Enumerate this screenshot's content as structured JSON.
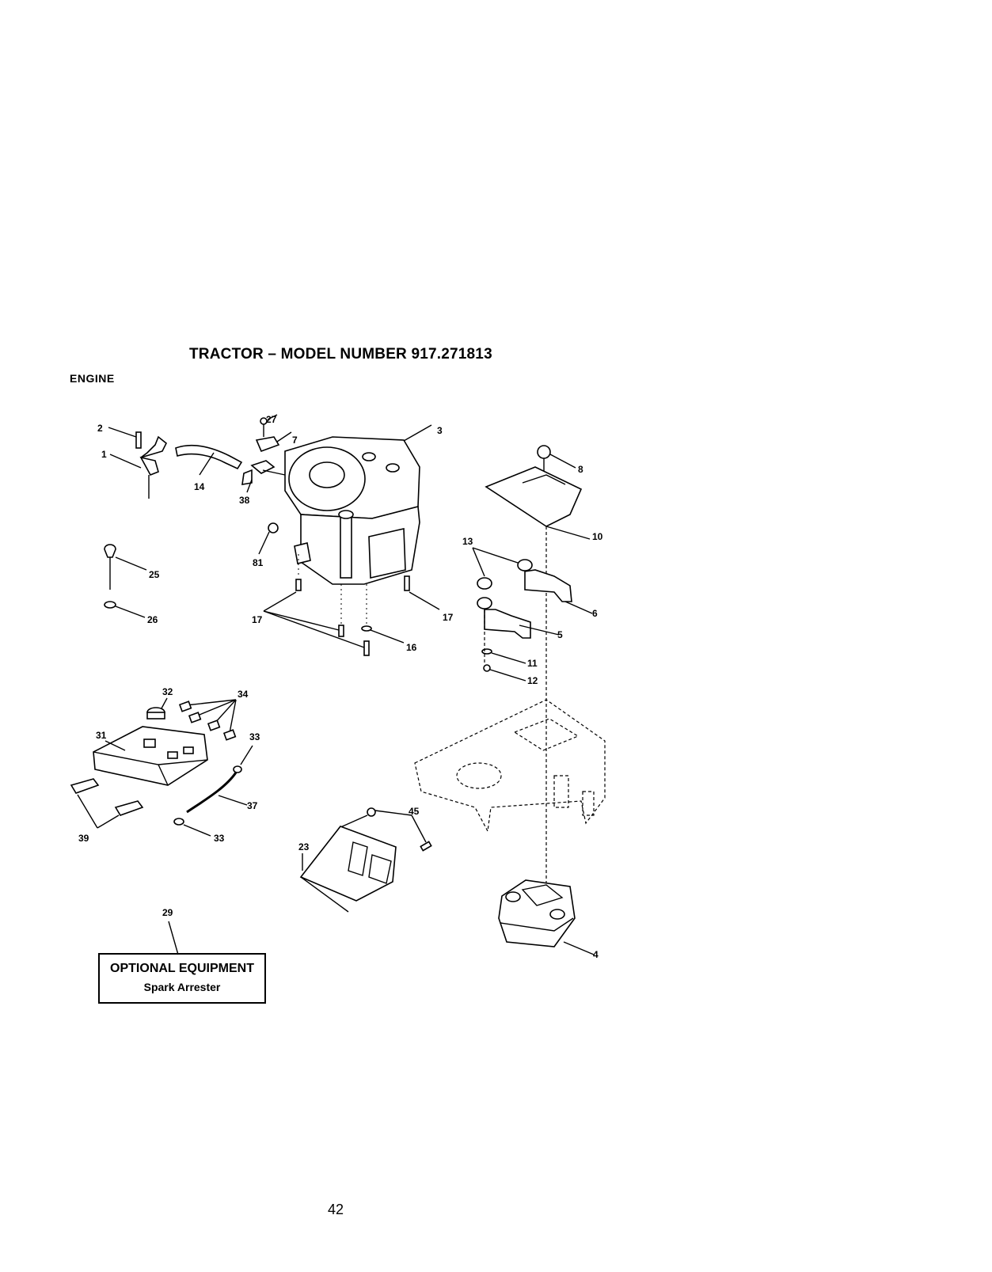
{
  "header": {
    "title": "TRACTOR – MODEL NUMBER 917.271813",
    "section": "ENGINE"
  },
  "callouts": {
    "c1": "1",
    "c2": "2",
    "c3": "3",
    "c4": "4",
    "c5": "5",
    "c6": "6",
    "c7": "7",
    "c8": "8",
    "c10": "10",
    "c11": "11",
    "c12": "12",
    "c13": "13",
    "c14": "14",
    "c16": "16",
    "c17a": "17",
    "c17b": "17",
    "c23": "23",
    "c25": "25",
    "c26": "26",
    "c27": "27",
    "c29": "29",
    "c31": "31",
    "c32": "32",
    "c33a": "33",
    "c33b": "33",
    "c34": "34",
    "c37": "37",
    "c38": "38",
    "c39": "39",
    "c45": "45",
    "c81": "81"
  },
  "optional_equipment": {
    "heading": "OPTIONAL EQUIPMENT",
    "item": "Spark Arrester"
  },
  "footer": {
    "page_number": "42"
  }
}
